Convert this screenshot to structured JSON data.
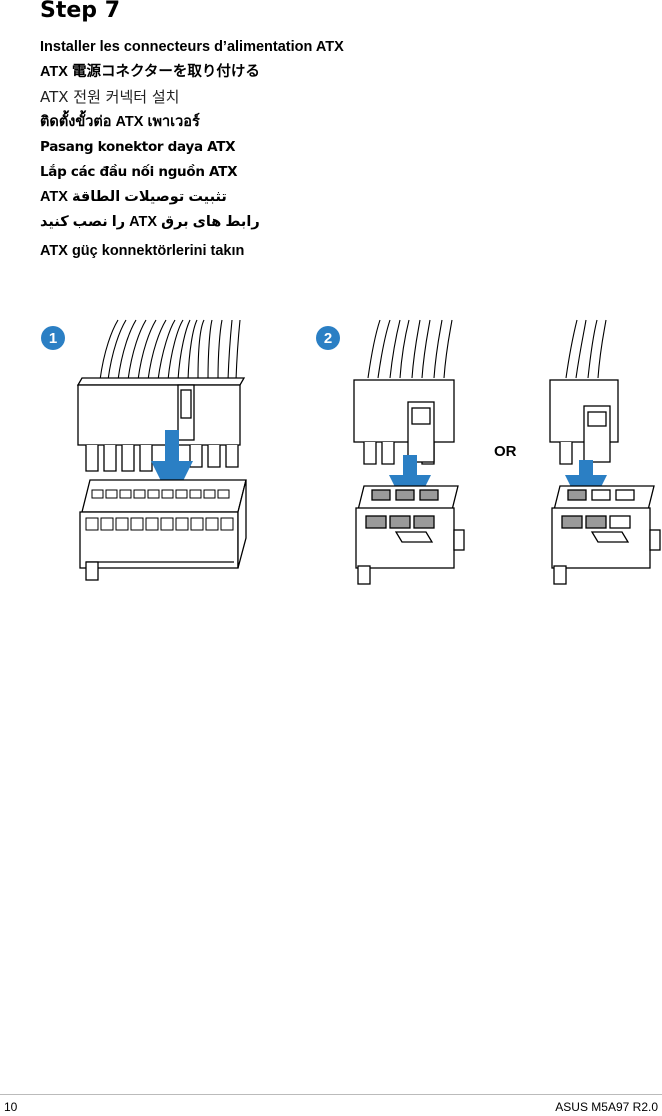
{
  "step_title": "Step 7",
  "instructions": {
    "en": "Installer les connecteurs d’alimentation ATX",
    "ja": "ATX 電源コネクターを取り付ける",
    "ko": "ATX 전원 커넥터 설치",
    "th": "ติดตั้งขั้วต่อ ATX เพาเวอร์",
    "ms": "Pasang konektor daya ATX",
    "vi": "Lắp các đầu nối nguồn ATX",
    "ar": "ATX تثبيت توصيلات الطاقة",
    "fa": "رابط های برق ATX را نصب کنید",
    "tr": "ATX güç konnektörlerini takın"
  },
  "figure": {
    "marker_1": "1",
    "marker_2": "2",
    "or_label": "OR",
    "accent_color": "#2b7fc4",
    "pin_gray": "#9a9a9a"
  },
  "footer": {
    "page_number": "10",
    "model": "ASUS M5A97 R2.0"
  }
}
